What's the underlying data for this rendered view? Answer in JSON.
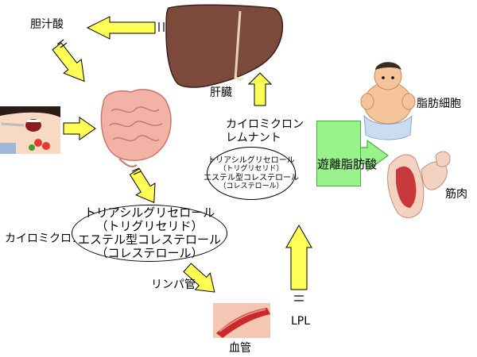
{
  "labels": {
    "bile": "胆汁酸",
    "liver": "肝臓",
    "chylomicron": "カイロミクロン",
    "remnant_line1": "カイロミクロン",
    "remnant_line2": "レムナント",
    "lymph": "リンパ管",
    "blood_vessel": "血管",
    "lpl": "LPL",
    "adipocyte": "脂肪細胞",
    "muscle": "筋肉",
    "ffa": "遊離脂肪酸"
  },
  "big_ellipse": {
    "line1": "トリアシルグリセロール",
    "line2": "（トリグリセリド）",
    "line3": "エステル型コレステロール",
    "line4": "（コレステロール）"
  },
  "small_ellipse": {
    "line1": "トリアシルグリセロール",
    "line2": "（トリグリセリド）",
    "line3": "エステル型コレステロール",
    "line4": "（コレステロール）"
  },
  "colors": {
    "arrow_fill": "#ffff55",
    "liver": "#7b4a3a",
    "ffa_box": "#9af28d",
    "intestine": "#f2b2a6"
  }
}
